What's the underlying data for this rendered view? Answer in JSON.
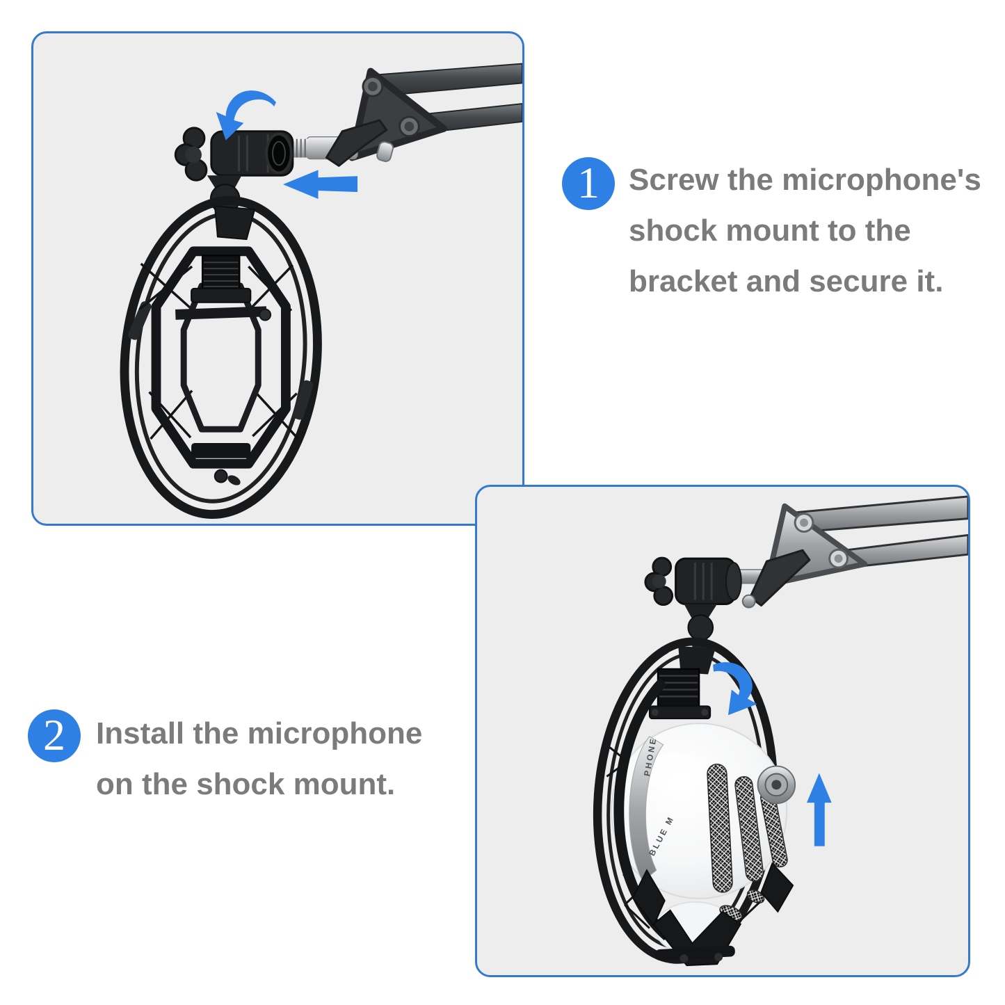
{
  "page": {
    "background": "#ffffff",
    "accent_blue": "#2f80e4",
    "panel_border_blue": "#3579cf",
    "panel_background": "#ededee",
    "text_color": "#7b7b7b"
  },
  "steps": [
    {
      "number": "1",
      "lines": [
        "Screw the microphone's",
        "shock mount to the",
        "bracket and secure it."
      ]
    },
    {
      "number": "2",
      "lines": [
        "Install the microphone",
        "on the shock mount."
      ]
    }
  ],
  "panel1": {
    "description": "Shock mount being screwed onto the boom arm bracket",
    "icons": [
      "rotate-clockwise-arrow",
      "arrow-left"
    ]
  },
  "panel2": {
    "description": "White microphone installed on the shock mount",
    "icons": [
      "rotate-clockwise-arrow",
      "arrow-up"
    ],
    "mic_band_text_upper": "PHONE",
    "mic_band_text_lower": "BLUE M"
  }
}
